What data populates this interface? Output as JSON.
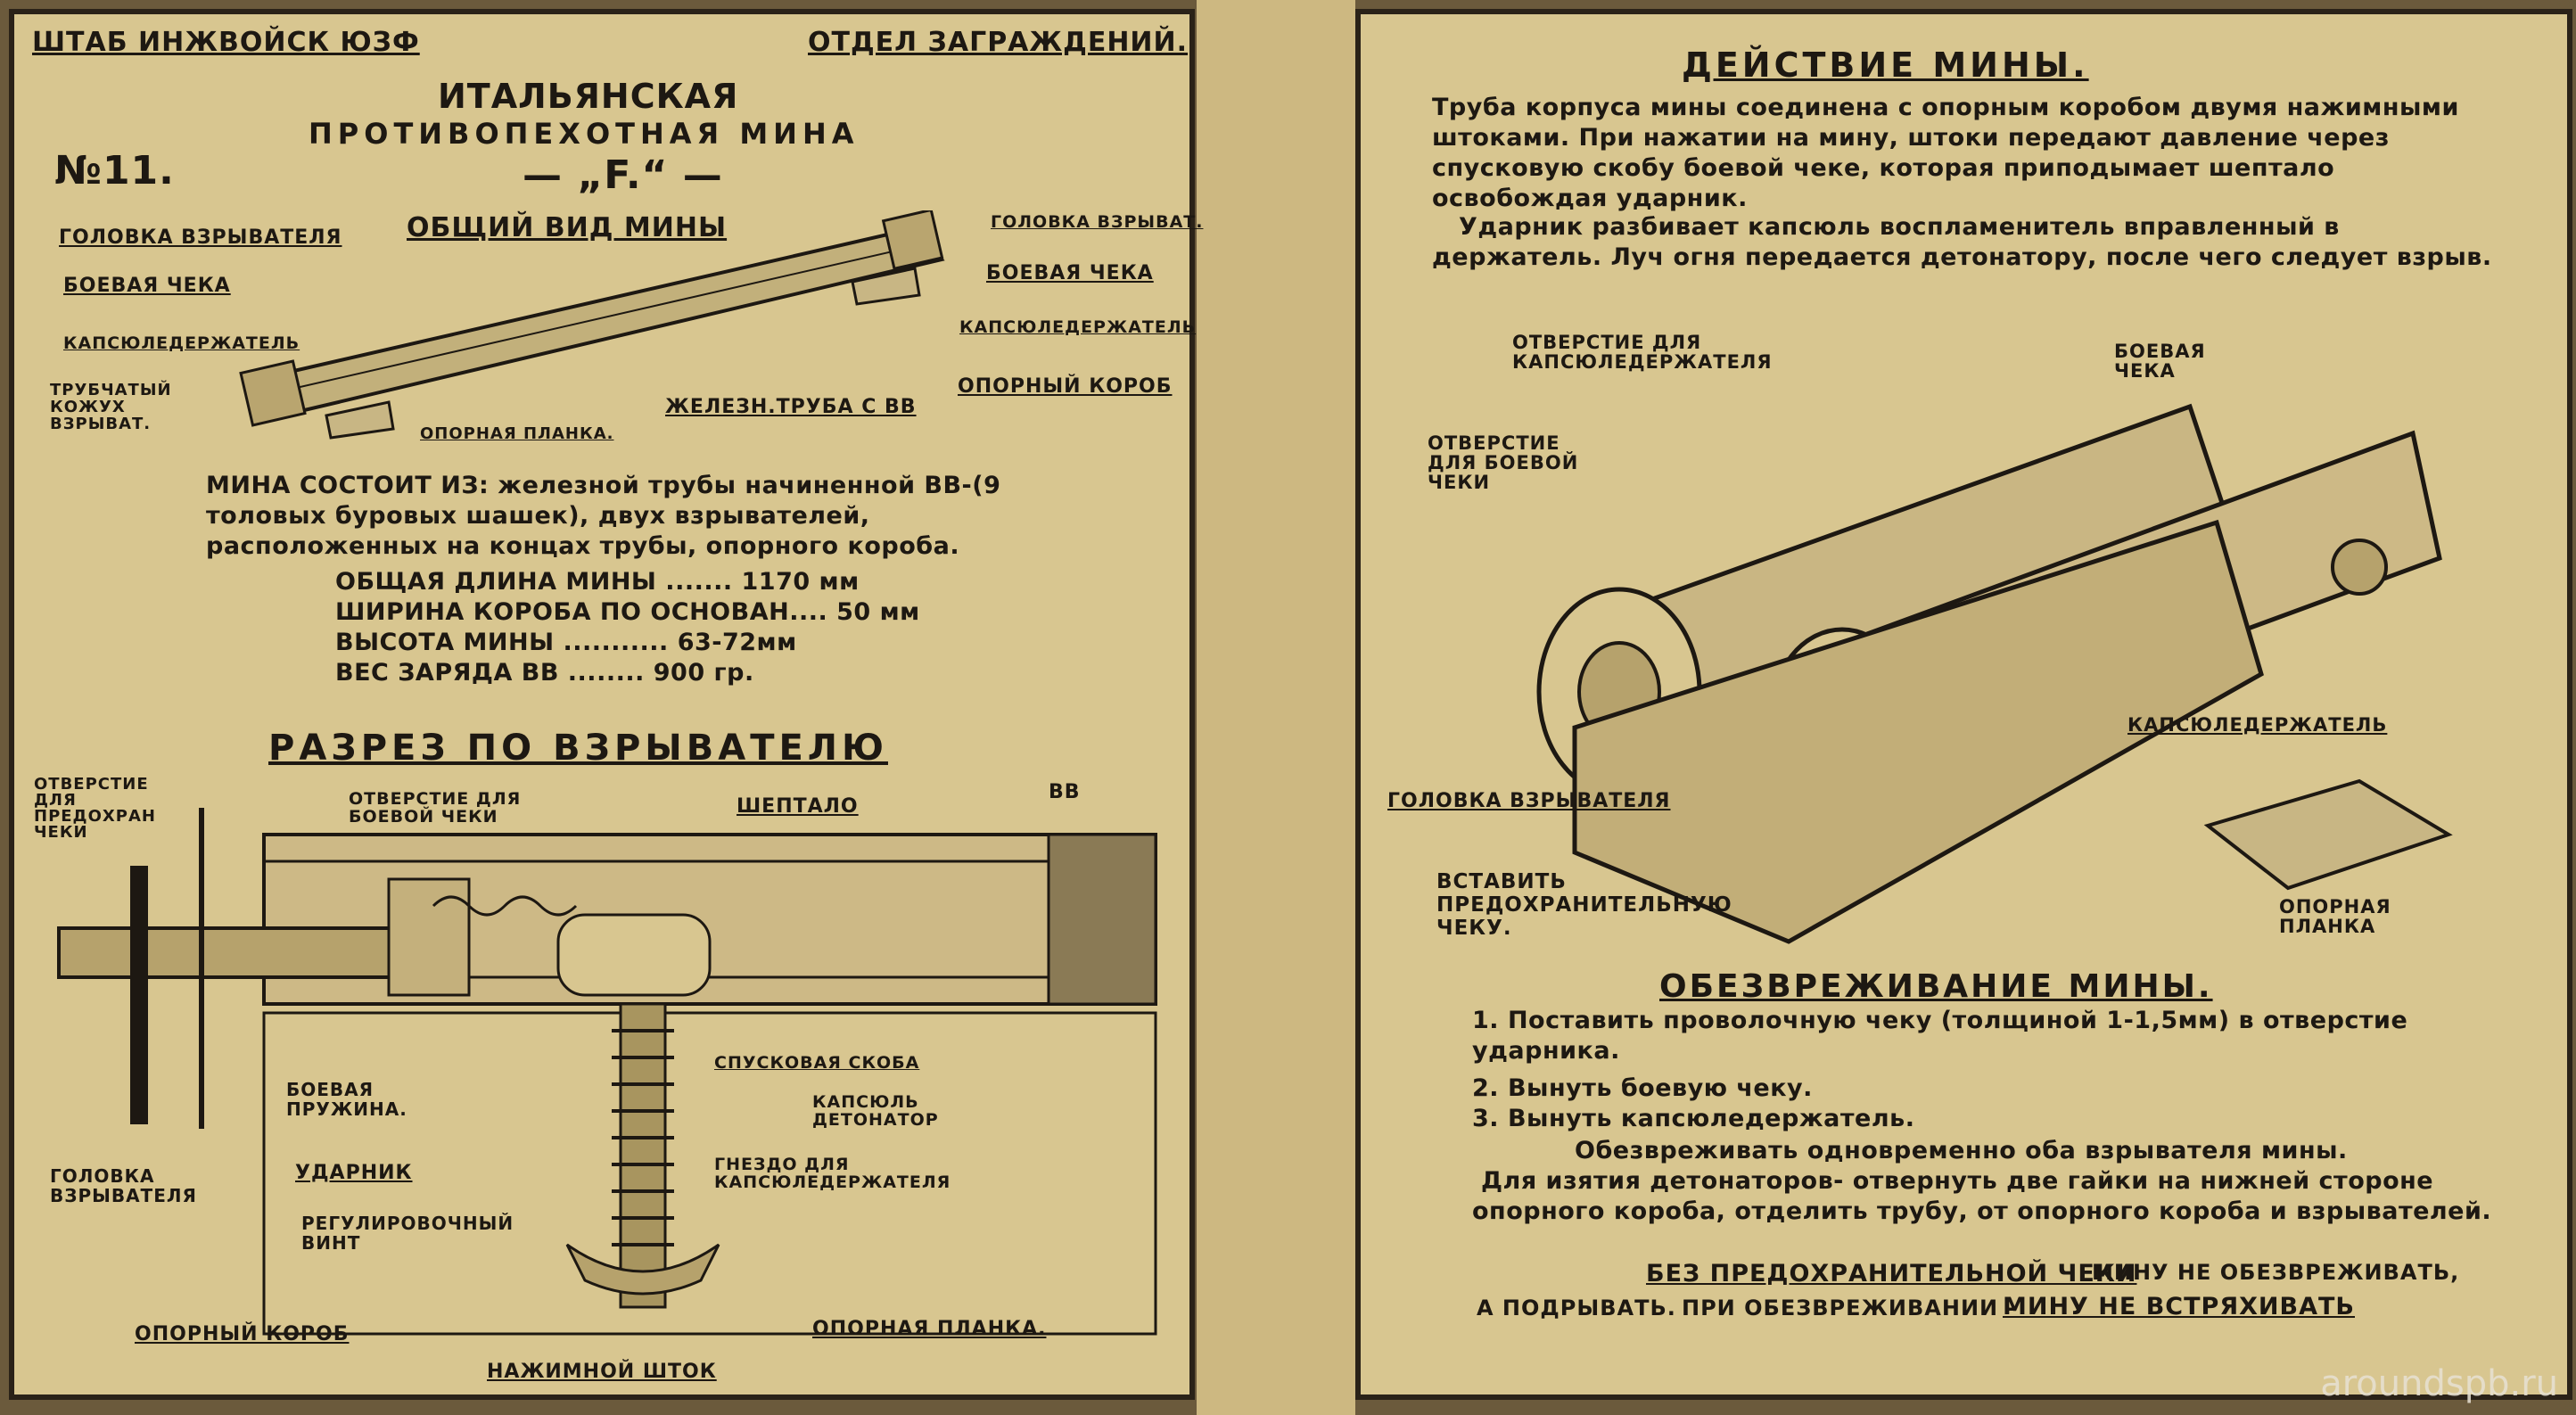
{
  "left": {
    "header_left": "ШТАБ ИНЖВОЙСК ЮЗФ",
    "header_right": "ОТДЕЛ ЗАГРАЖДЕНИЙ.",
    "number": "№11.",
    "title_line1": "ИТАЛЬЯНСКАЯ",
    "title_line2": "ПРОТИВОПЕХОТНАЯ  МИНА",
    "title_line3": "— „F.“ —",
    "general_view": "ОБЩИЙ ВИД МИНЫ",
    "labels_top": {
      "fuse_head_left": "ГОЛОВКА ВЗРЫВАТЕЛЯ",
      "safety_pin_left": "БОЕВАЯ ЧЕКА",
      "cap_holder_left": "КАПСЮЛЕДЕРЖАТЕЛЬ",
      "tube_casing": "ТРУБЧАТЫЙ КОЖУХ ВЗРЫВАТ.",
      "support_plate": "ОПОРНАЯ ПЛАНКА.",
      "iron_tube": "ЖЕЛЕЗН.ТРУБА С ВВ",
      "fuse_head_right": "ГОЛОВКА ВЗРЫВАТ.",
      "safety_pin_right": "БОЕВАЯ ЧЕКА",
      "cap_holder_right": "КАПСЮЛЕДЕРЖАТЕЛЬ",
      "support_box": "ОПОРНЫЙ КОРОБ"
    },
    "composition": "МИНА СОСТОИТ ИЗ: железной трубы начиненной ВВ-(9 толовых буровых шашек), двух взрывателей, расположенных на концах трубы, опорного короба.",
    "specs": [
      "ОБЩАЯ ДЛИНА МИНЫ ....... 1170 мм",
      "ШИРИНА КОРОБА ПО ОСНОВАН.... 50 мм",
      "ВЫСОТА МИНЫ ........... 63-72мм",
      "ВЕС ЗАРЯДА ВВ ........ 900 гр."
    ],
    "section_title": "РАЗРЕЗ ПО ВЗРЫВАТЕЛЮ",
    "labels_section": {
      "hole_for_pin": "ОТВЕРСТИЕ ДЛЯ ПРЕДОХРАН ЧЕКИ",
      "hole_combat_pin": "ОТВЕРСТИЕ ДЛЯ БОЕВОЙ ЧЕКИ",
      "sear": "ШЕПТАЛО",
      "explosive": "ВВ",
      "spring": "БОЕВАЯ ПРУЖИНА.",
      "striker": "УДАРНИК",
      "adjust_screw": "РЕГУЛИРОВОЧНЫЙ ВИНТ",
      "fuse_head": "ГОЛОВКА ВЗРЫВАТЕЛЯ",
      "trigger": "СПУСКОВАЯ СКОБА",
      "cap_detonator": "КАПСЮЛЬ ДЕТОНАТОР",
      "socket": "ГНЕЗДО ДЛЯ КАПСЮЛЕДЕРЖАТЕЛЯ",
      "support_box": "ОПОРНЫЙ КОРОБ",
      "support_plate": "ОПОРНАЯ ПЛАНКА.",
      "push_rod": "НАЖИМНОЙ ШТОК"
    }
  },
  "right": {
    "action_title": "ДЕЙСТВИЕ МИНЫ.",
    "action_p1": "Труба корпуса мины соединена с опорным коробом двумя нажимными штоками. При нажатии на мину, штоки передают давление через спусковую скобу боевой чеке, которая приподымает шептало освобождая ударник.",
    "action_p2": "Ударник разбивает капсюль воспламенитель вправленный в держатель. Луч огня передается детонатору, после чего следует взрыв.",
    "labels": {
      "hole_cap_holder": "ОТВЕРСТИЕ ДЛЯ КАПСЮЛЕДЕРЖАТЕЛЯ",
      "combat_pin": "БОЕВАЯ ЧЕКА",
      "hole_combat_pin": "ОТВЕРСТИЕ ДЛЯ БОЕВОЙ ЧЕКИ",
      "cap_holder": "КАПСЮЛЕДЕРЖАТЕЛЬ",
      "fuse_head": "ГОЛОВКА ВЗРЫВАТЕЛЯ",
      "insert_pin": "ВСТАВИТЬ ПРЕДОХРАНИТЕЛЬНУЮ ЧЕКУ.",
      "support_plate": "ОПОРНАЯ ПЛАНКА"
    },
    "defuse_title": "ОБЕЗВРЕЖИВАНИЕ МИНЫ.",
    "steps": [
      "1. Поставить проволочную чеку (толщиной 1-1,5мм) в отверстие ударника.",
      "2. Вынуть боевую чеку.",
      "3. Вынуть капсюледержатель."
    ],
    "note1": "Обезвреживать одновременно оба взрывателя мины.",
    "note2": "Для изятия детонаторов- отвернуть две гайки на нижней стороне опорного короба, отделить трубу, от опорного короба и взрывателей.",
    "warning1_a": "БЕЗ ПРЕДОХРАНИТЕЛЬНОЙ ЧЕКИ",
    "warning1_b": "МИНУ НЕ ОБЕЗВРЕЖИВАТЬ,",
    "warning2_a": "А ПОДРЫВАТЬ.",
    "warning2_b": "ПРИ ОБЕЗВРЕЖИВАНИИ -",
    "warning2_c": "МИНУ НЕ ВСТРЯХИВАТЬ"
  },
  "watermark": "aroundspb.ru"
}
